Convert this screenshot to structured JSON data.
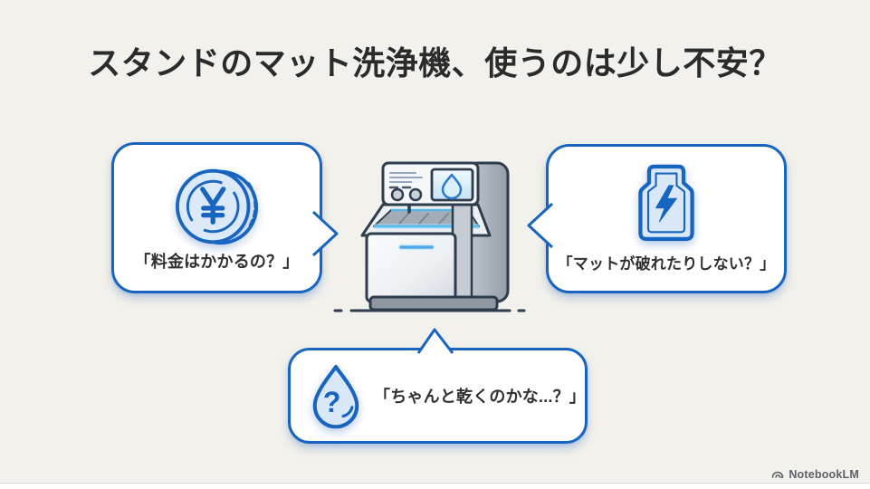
{
  "slide": {
    "title": "スタンドのマット洗浄機、使うのは少し不安？",
    "background_color": "#F3F1EB",
    "accent_color": "#1865C0",
    "text_color": "#303030"
  },
  "bubbles": {
    "left": {
      "text": "「料金はかかるの？」",
      "icon": "yen-coin-icon"
    },
    "right": {
      "text": "「マットが破れたりしない？」",
      "icon": "damaged-mat-icon"
    },
    "bottom": {
      "text": "「ちゃんと乾くのかな...？」",
      "icon": "water-drop-question-icon"
    }
  },
  "illustration": {
    "name": "mat-washing-machine",
    "screen_icon": "water-drop-icon"
  },
  "branding": {
    "label": "NotebookLM",
    "icon": "notebooklm-logo-icon"
  }
}
